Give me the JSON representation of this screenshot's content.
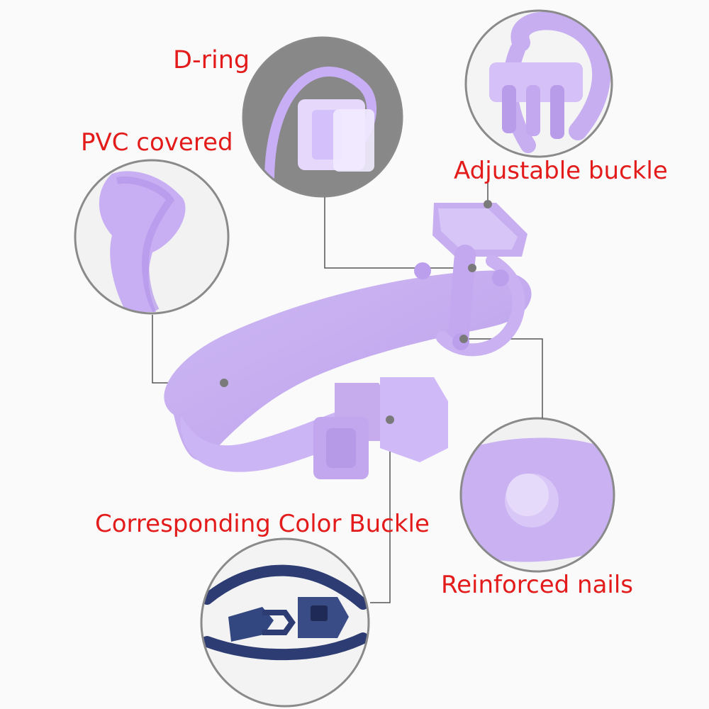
{
  "labels": {
    "d_ring": "D-ring",
    "pvc_covered": "PVC covered",
    "adjustable_buckle": "Adjustable buckle",
    "corresponding_color_buckle": "Corresponding Color Buckle",
    "reinforced_nails": "Reinforced nails"
  },
  "colors": {
    "background": "#fafafa",
    "collar_purple": "#c7aef0",
    "collar_shadow": "#b39ae4",
    "label_red": "#e31b1b",
    "leader_line": "#555555",
    "marker_gray": "#7a7a7a",
    "inset_border": "#8a8a8a",
    "navy_strap": "#2d3d73",
    "inset_gray_bg": "#7d7d7d"
  },
  "icons": {
    "main_subject": "purple-pet-collar-illustration",
    "insets": [
      "d-ring-closeup-image",
      "adjustable-buckle-closeup-image",
      "pvc-strap-closeup-image",
      "reinforced-nail-closeup-image",
      "navy-buckle-closeup-image"
    ]
  }
}
